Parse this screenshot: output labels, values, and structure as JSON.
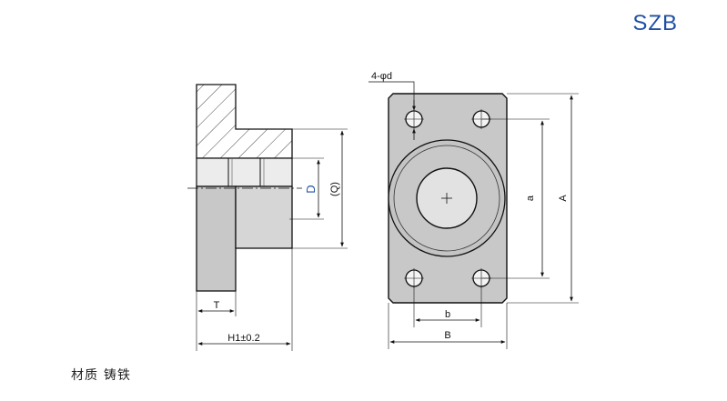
{
  "header": {
    "model_code": "SZB"
  },
  "labels": {
    "hole_spec": "4-φd",
    "dim_D": "D",
    "dim_Q": "(Q)",
    "dim_T": "T",
    "dim_H1": "H1±0.2",
    "dim_a": "a",
    "dim_A": "A",
    "dim_b": "b",
    "dim_B": "B"
  },
  "footer": {
    "material_label": "材质",
    "material_value": "铸铁"
  },
  "colors": {
    "accent_blue": "#1f4fa3",
    "body_gray": "#c8c8c8",
    "bore_gray": "#e2e2e2",
    "outline": "#111111"
  }
}
